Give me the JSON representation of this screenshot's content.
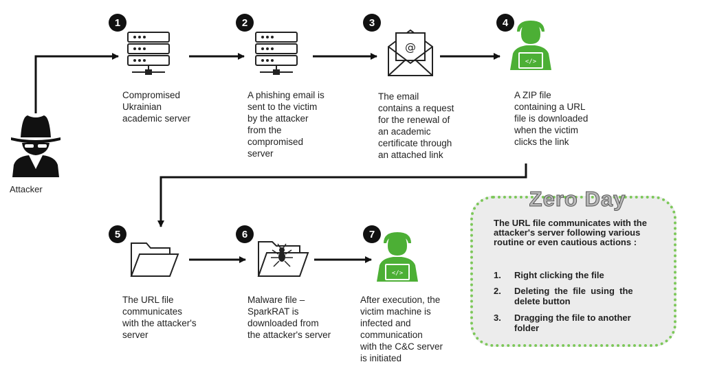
{
  "attacker": {
    "label": "Attacker"
  },
  "steps": [
    {
      "number": "1",
      "icon": "server-icon",
      "lines": [
        "Compromised",
        "Ukrainian",
        "academic server"
      ]
    },
    {
      "number": "2",
      "icon": "server-icon",
      "lines": [
        "A phishing email is",
        "sent to the victim",
        "by the attacker",
        "from the",
        "compromised",
        "server"
      ]
    },
    {
      "number": "3",
      "icon": "email-icon",
      "lines": [
        "The email",
        "contains a request",
        "for the renewal of",
        "an academic",
        "certificate through",
        "an attached link"
      ]
    },
    {
      "number": "4",
      "icon": "victim-icon",
      "lines": [
        "A ZIP file",
        "containing a URL",
        "file is downloaded",
        "when the victim",
        "clicks the link"
      ]
    },
    {
      "number": "5",
      "icon": "folder-icon",
      "lines": [
        "The URL file",
        "communicates",
        "with the attacker's",
        "server"
      ]
    },
    {
      "number": "6",
      "icon": "malware-folder-icon",
      "lines": [
        "Malware file –",
        "SparkRAT is",
        "downloaded from",
        "the attacker's server"
      ]
    },
    {
      "number": "7",
      "icon": "victim-icon",
      "lines": [
        "After execution, the",
        "victim machine  is",
        "infected and",
        "communication",
        "with the C&C server",
        "is initiated"
      ]
    }
  ],
  "zero_day": {
    "title": "Zero Day",
    "description": "The URL file communicates with the attacker's server following various routine or even cautious actions :",
    "items": [
      {
        "number": "1.",
        "lines": [
          "Right clicking the file"
        ]
      },
      {
        "number": "2.",
        "lines": [
          "Deleting  the  file  using  the",
          "delete button"
        ]
      },
      {
        "number": "3.",
        "lines": [
          "Dragging the file to another",
          "folder"
        ]
      }
    ]
  },
  "colors": {
    "victim_green": "#4caf35",
    "zero_day_border": "#7dc85a",
    "zero_day_fill": "#ececec"
  }
}
